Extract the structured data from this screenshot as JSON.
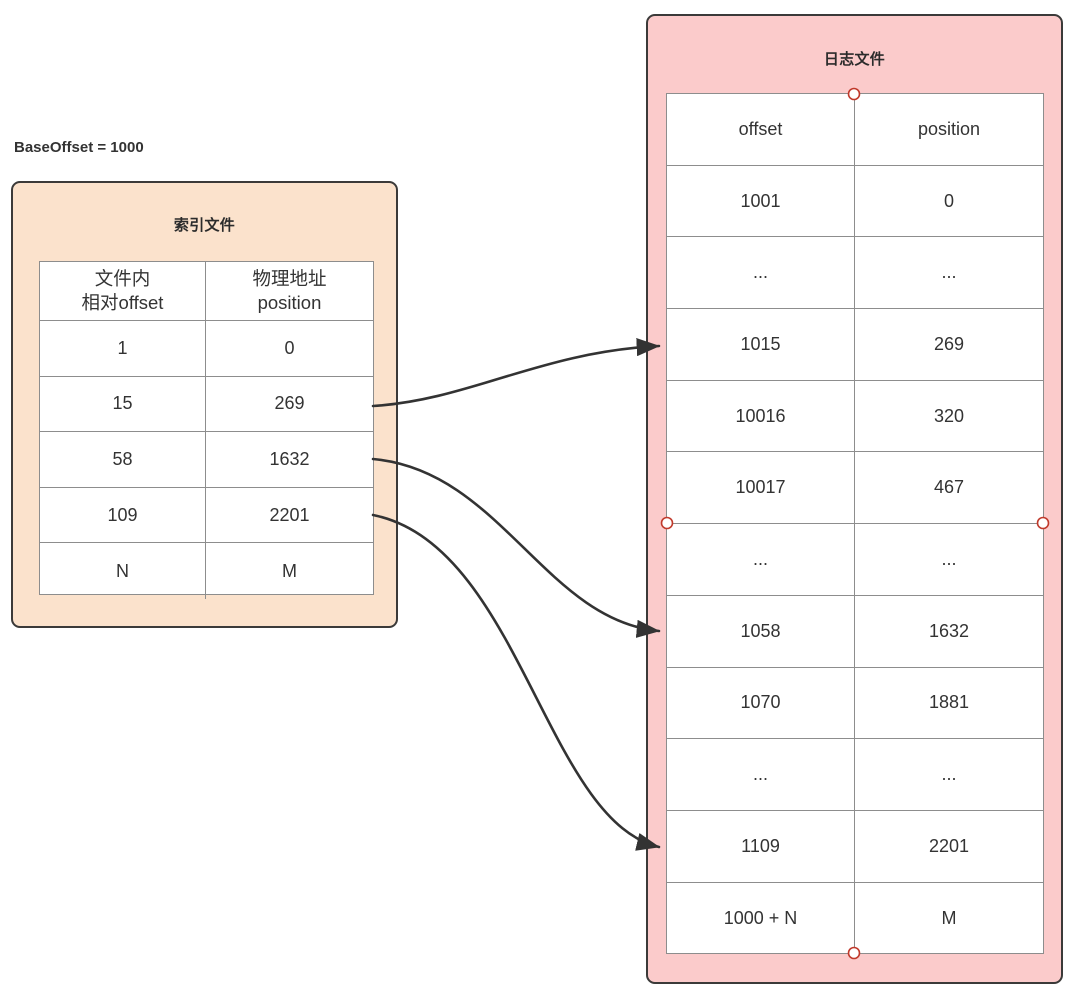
{
  "diagram": {
    "base_offset_label": "BaseOffset = 1000",
    "index_panel": {
      "title": "索引文件",
      "fill_color": "#fbe2cc",
      "border_color": "#3b3a39",
      "columns": [
        "文件内\n相对offset",
        "物理地址\nposition"
      ],
      "rows": [
        [
          "1",
          "0"
        ],
        [
          "15",
          "269"
        ],
        [
          "58",
          "1632"
        ],
        [
          "109",
          "2201"
        ],
        [
          "N",
          "M"
        ]
      ]
    },
    "log_panel": {
      "title": "日志文件",
      "fill_color": "#fbcbcb",
      "border_color": "#3b3a39",
      "columns": [
        "offset",
        "position"
      ],
      "rows": [
        [
          "1001",
          "0"
        ],
        [
          "...",
          "..."
        ],
        [
          "1015",
          "269"
        ],
        [
          "10016",
          "320"
        ],
        [
          "10017",
          "467"
        ],
        [
          "...",
          "..."
        ],
        [
          "1058",
          "1632"
        ],
        [
          "1070",
          "1881"
        ],
        [
          "...",
          "..."
        ],
        [
          "1109",
          "2201"
        ],
        [
          "1000 + N",
          "M"
        ]
      ]
    },
    "connectors": [
      {
        "name": "index-15-to-log-1015",
        "from_row": "15 / 269",
        "to_row": "1015 / 269"
      },
      {
        "name": "index-58-to-log-1058",
        "from_row": "58 / 1632",
        "to_row": "1058 / 1632"
      },
      {
        "name": "index-109-to-log-1109",
        "from_row": "109 / 2201",
        "to_row": "1109 / 2201"
      }
    ],
    "handles": [
      {
        "name": "handle-top-center"
      },
      {
        "name": "handle-mid-left"
      },
      {
        "name": "handle-mid-right"
      },
      {
        "name": "handle-bottom-center"
      }
    ],
    "accent_color": "#c0392b",
    "line_color": "#333333"
  }
}
